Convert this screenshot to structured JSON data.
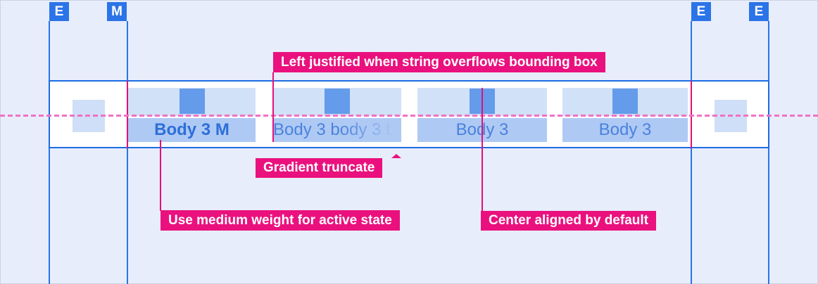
{
  "markers": [
    {
      "label": "E"
    },
    {
      "label": "M"
    },
    {
      "label": "E"
    },
    {
      "label": "E"
    }
  ],
  "tab_bar": {
    "tabs": [
      {
        "label": "Body 3 M",
        "state": "active"
      },
      {
        "label": "Body 3 body 3 b",
        "state": "overflow-truncated"
      },
      {
        "label": "Body 3",
        "state": "default"
      },
      {
        "label": "Body 3",
        "state": "default"
      }
    ]
  },
  "annotations": {
    "left_justified": "Left justified when string overflows bounding box",
    "gradient_truncate": "Gradient truncate",
    "medium_weight": "Use medium weight for active state",
    "center_aligned": "Center aligned by default"
  },
  "colors": {
    "background": "#e7edfb",
    "guide_blue": "#2b74e8",
    "bar_border_blue": "#1c6be3",
    "annotation_pink": "#ea117e",
    "margin_line_pink": "#e50f7a",
    "dashed_baseline_pink": "#f170c5",
    "tab_top_fill": "#d1e1f8",
    "tab_label_fill": "#aec9f4",
    "icon_fill": "#649bea",
    "active_text": "#2d6fd8",
    "default_text": "#4a82dd"
  }
}
